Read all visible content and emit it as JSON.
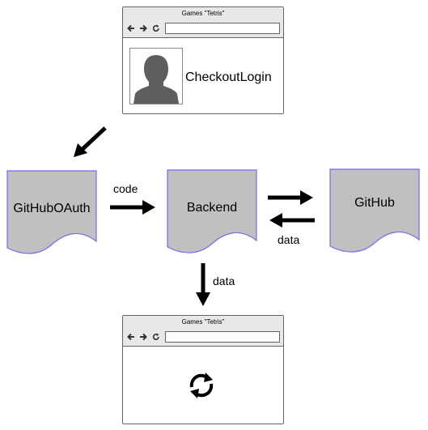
{
  "top_browser": {
    "title": "Games \"Tetris\"",
    "label": "CheckoutLogin"
  },
  "bottom_browser": {
    "title": "Games \"Tetris\""
  },
  "nodes": {
    "github_oauth": "GitHubOAuth",
    "backend": "Backend",
    "github": "GitHub"
  },
  "edges": {
    "oauth_to_backend": "code",
    "github_to_backend": "data",
    "backend_to_browser": "data"
  },
  "icons": {
    "back": "back-arrow-icon",
    "forward": "forward-arrow-icon",
    "reload": "reload-icon",
    "avatar": "user-silhouette-icon",
    "loading": "refresh-cycle-icon"
  },
  "colors": {
    "doc_fill": "#c0c0c0",
    "doc_stroke": "#7b68ee",
    "browser_bar": "#e8e8e8",
    "arrow": "#000000"
  }
}
